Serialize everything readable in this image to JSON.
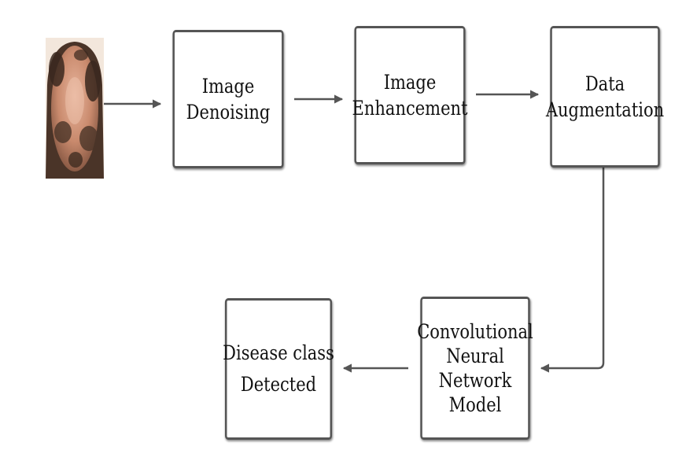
{
  "nodes": {
    "denoising": {
      "lines": [
        "Image",
        "Denoising"
      ]
    },
    "enhancement": {
      "lines": [
        "Image",
        "Enhancement"
      ]
    },
    "augmentation": {
      "lines": [
        "Data",
        "Augmentation"
      ]
    },
    "cnn": {
      "lines": [
        "Convolutional",
        "Neural",
        "Network",
        "Model"
      ]
    },
    "detected": {
      "lines": [
        "Disease class",
        "Detected"
      ]
    }
  },
  "colors": {
    "box_border": "#555555",
    "arrow": "#555555",
    "text": "#111111",
    "background": "#ffffff"
  },
  "icons": {
    "input_image": "scalp-photo"
  }
}
